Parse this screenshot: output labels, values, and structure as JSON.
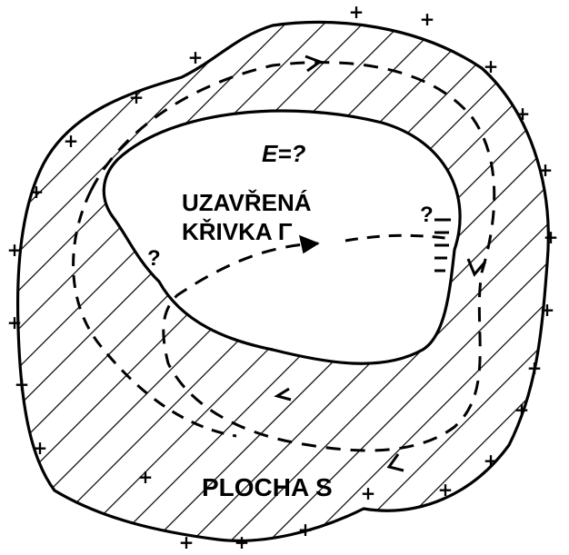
{
  "labels": {
    "field_question": "E=?",
    "curve_line1": "UZAVŘENÁ",
    "curve_line2": "KŘIVKA Γ",
    "q_left": "?",
    "q_right": "?",
    "surface": "PLOCHA S"
  },
  "charge_symbol": "+",
  "ink_color": "#000000",
  "background_color": "#ffffff"
}
